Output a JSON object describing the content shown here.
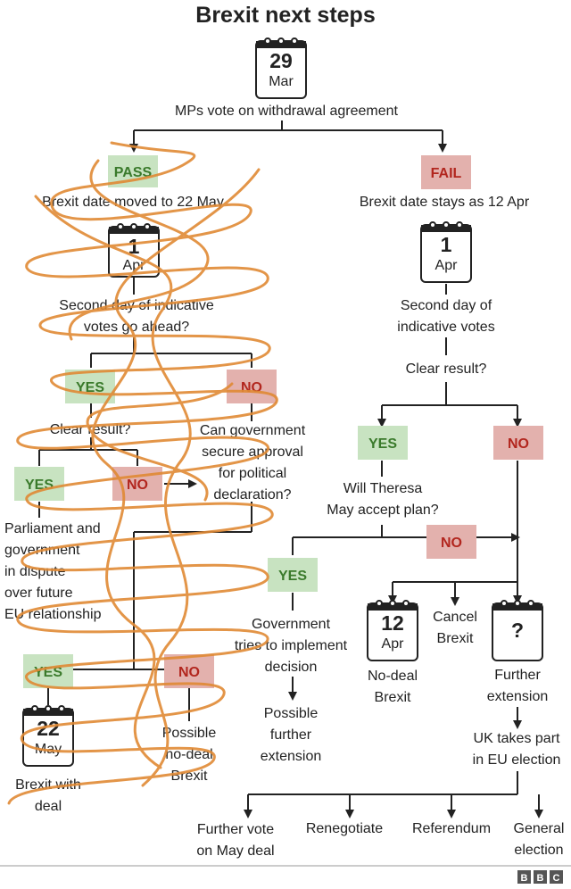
{
  "title": "Brexit next steps",
  "colors": {
    "yes_bg": "#c8e3c1",
    "yes_text": "#3a7a2b",
    "no_bg": "#e3b1ad",
    "no_text": "#b2261e",
    "scribble": "#e08a35",
    "ink": "#222222"
  },
  "cal_top": {
    "day": "29",
    "month": "Mar"
  },
  "start_label": "MPs vote on withdrawal agreement",
  "left": {
    "pass_badge": "PASS",
    "date_text": "Brexit date moved to 22 May",
    "cal": {
      "day": "1",
      "month": "Apr"
    },
    "question": [
      "Second day of indicative",
      "votes go ahead?"
    ],
    "yes_badge": "YES",
    "no_badge": "NO",
    "clear_result": "Clear result?",
    "govt_question": [
      "Can government",
      "secure approval",
      "for political",
      "declaration?"
    ],
    "yes2_badge": "YES",
    "no2_badge": "NO",
    "dispute_text": [
      "Parliament and",
      "government",
      "in dispute",
      "over future",
      "EU relationship"
    ],
    "yes3_badge": "YES",
    "no3_badge": "NO",
    "cal_may": {
      "day": "22",
      "month": "May"
    },
    "deal_text": [
      "Brexit with",
      "deal"
    ],
    "nodeal_text": [
      "Possible",
      "no-deal",
      "Brexit"
    ]
  },
  "right": {
    "fail_badge": "FAIL",
    "date_text": "Brexit date stays as 12 Apr",
    "cal": {
      "day": "1",
      "month": "Apr"
    },
    "second_day": [
      "Second day of",
      "indicative votes"
    ],
    "clear_result": "Clear result?",
    "yes_badge": "YES",
    "no_badge": "NO",
    "may_question": [
      "Will Theresa",
      "May accept plan?"
    ],
    "no2_badge": "NO",
    "yes2_badge": "YES",
    "govt_text": [
      "Government",
      "tries to implement",
      "decision"
    ],
    "possible_ext": [
      "Possible",
      "further",
      "extension"
    ],
    "cal_nodeal": {
      "day": "12",
      "month": "Apr"
    },
    "nodeal_text": [
      "No-deal",
      "Brexit"
    ],
    "cancel_text": [
      "Cancel",
      "Brexit"
    ],
    "cal_q": {
      "day": "?"
    },
    "further_ext": [
      "Further",
      "extension"
    ],
    "eu_election": [
      "UK takes part",
      "in EU election"
    ]
  },
  "outcomes": [
    {
      "lines": [
        "Further vote",
        "on May deal"
      ]
    },
    {
      "lines": [
        "Renegotiate"
      ]
    },
    {
      "lines": [
        "Referendum"
      ]
    },
    {
      "lines": [
        "General",
        "election"
      ]
    }
  ],
  "logo": [
    "B",
    "B",
    "C"
  ]
}
